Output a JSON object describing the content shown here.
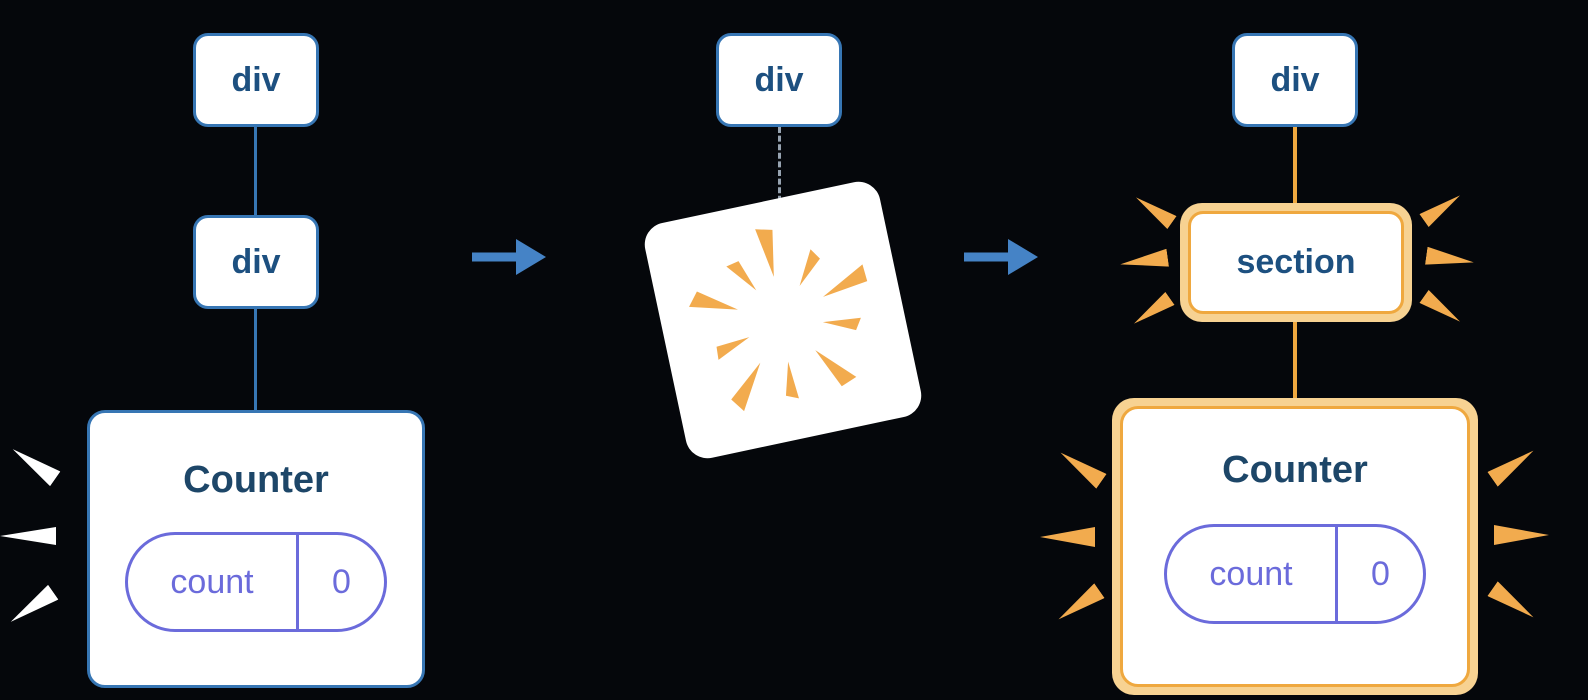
{
  "diagram": {
    "before": {
      "node_a": "div",
      "node_b": "div",
      "counter_title": "Counter",
      "state_key": "count",
      "state_value": "0"
    },
    "poof": {
      "node_a": "div"
    },
    "after": {
      "node_a": "div",
      "node_b": "section",
      "counter_title": "Counter",
      "state_key": "count",
      "state_value": "0"
    }
  },
  "colors": {
    "background": "#05070b",
    "node_border_blue": "#3776b4",
    "node_text_blue": "#1d5080",
    "title_text_blue": "#1d4668",
    "connector_dashed_gray": "#97a3b1",
    "highlight_orange": "#efa83f",
    "highlight_glow_orange": "#f7d292",
    "spark_orange": "#f2ab4e",
    "spark_white": "#ffffff",
    "state_pill_purple": "#6b6bdb",
    "arrow_blue": "#4583c6"
  }
}
